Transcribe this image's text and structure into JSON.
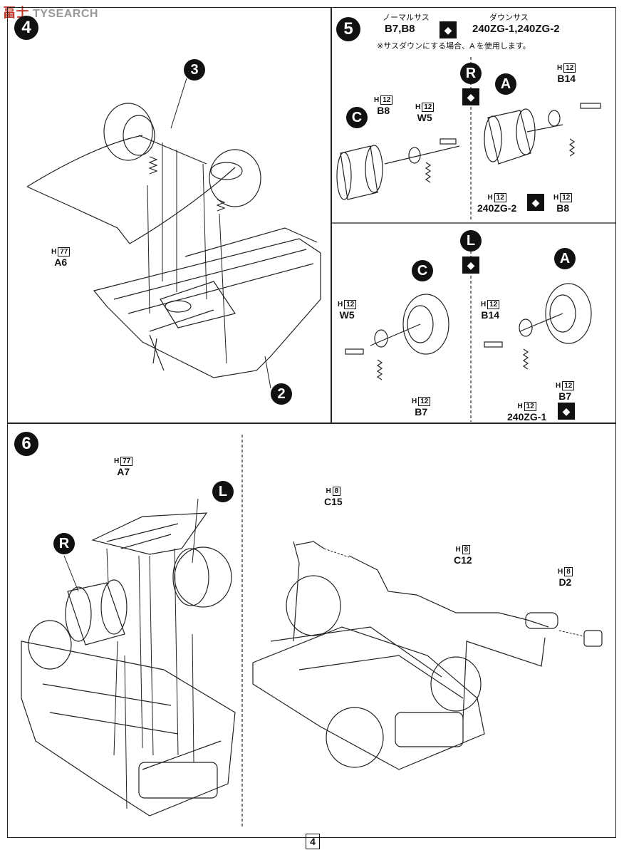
{
  "watermark": {
    "brand_cn": "畐士",
    "brand_en": "TYSEARCH"
  },
  "page_number": "4",
  "steps": {
    "s4": "4",
    "s5": "5",
    "s6": "6",
    "sub2": "2",
    "sub3": "3"
  },
  "step5_header": {
    "normal_label": "ノーマルサス",
    "normal_parts": "B7,B8",
    "down_label": "ダウンサス",
    "down_parts": "240ZG-1,240ZG-2",
    "note": "※サスダウンにする場合、A を使用します。"
  },
  "markers": {
    "R": "R",
    "L": "L",
    "A": "A",
    "C": "C"
  },
  "parts": {
    "a6": {
      "sheet": "77",
      "code": "A6"
    },
    "s5_b8_left": {
      "sheet": "12",
      "code": "B8"
    },
    "s5_w5_top": {
      "sheet": "12",
      "code": "W5"
    },
    "s5_b14_top": {
      "sheet": "12",
      "code": "B14"
    },
    "s5_240zg2": {
      "sheet": "12",
      "code": "240ZG-2"
    },
    "s5_b8_right": {
      "sheet": "12",
      "code": "B8"
    },
    "s5_w5_bottom": {
      "sheet": "12",
      "code": "W5"
    },
    "s5_b7_left": {
      "sheet": "12",
      "code": "B7"
    },
    "s5_b14_bottom": {
      "sheet": "12",
      "code": "B14"
    },
    "s5_b7_right": {
      "sheet": "12",
      "code": "B7"
    },
    "s5_240zg1": {
      "sheet": "12",
      "code": "240ZG-1"
    },
    "a7": {
      "sheet": "77",
      "code": "A7"
    },
    "c15": {
      "sheet": "8",
      "code": "C15"
    },
    "c12": {
      "sheet": "8",
      "code": "C12"
    },
    "d2": {
      "sheet": "8",
      "code": "D2"
    }
  },
  "sheet_prefix": "H",
  "flip_glyph": "◆"
}
